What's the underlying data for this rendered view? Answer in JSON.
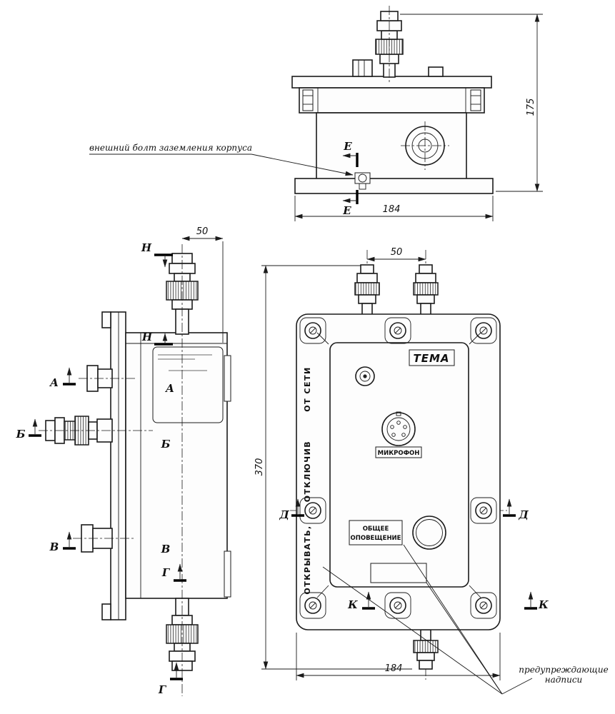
{
  "drawing": {
    "top_view": {
      "dim_height": "175",
      "dim_width": "184",
      "section_e": "Е",
      "callout_grounding": "внешний болт заземления корпуса"
    },
    "side_view": {
      "dim_offset": "50",
      "section_n": "Н",
      "section_a": "А",
      "section_b": "Б",
      "section_v": "В",
      "section_g": "Г"
    },
    "front_view": {
      "dim_spacing": "50",
      "dim_height": "370",
      "dim_width": "184",
      "section_d": "Д",
      "section_k": "К",
      "brand": "ТЕМА",
      "mic_label": "МИКРОФОН",
      "announce_line1": "ОБЩЕЕ",
      "announce_line2": "ОПОВЕЩЕНИЕ",
      "warning_word1": "ОТ СЕТИ",
      "warning_word2": "ОТКЛЮЧИВ",
      "warning_word3": "ОТКРЫВАТЬ,",
      "callout_line1": "предупреждающие",
      "callout_line2": "надписи"
    }
  }
}
